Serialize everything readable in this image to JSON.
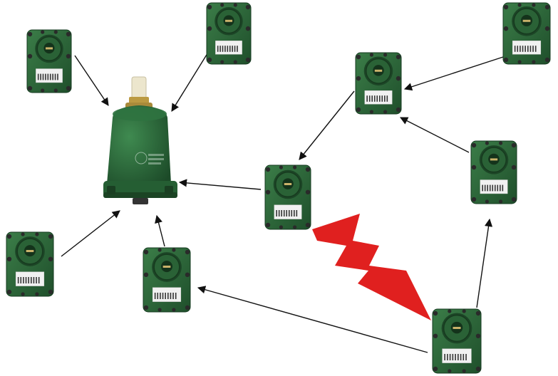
{
  "colors": {
    "background": "#ffffff",
    "node_body": "#2f6b3c",
    "node_body_dark": "#1f4a29",
    "node_bolt": "#2a2a2a",
    "label_sticker": "#f2f2f2",
    "gateway_body": "#2c6a3b",
    "gateway_antenna": "#e9e4cf",
    "gateway_brass": "#b8963e",
    "arrow": "#111111",
    "interference_bolt": "#e0201f"
  },
  "icons": {
    "gateway": "gateway-receiver-icon",
    "node": "wireless-sensor-node-icon",
    "interference": "lightning-bolt-icon"
  },
  "nodes": [
    {
      "id": "n1",
      "role": "sensor"
    },
    {
      "id": "n2",
      "role": "sensor"
    },
    {
      "id": "n3",
      "role": "sensor"
    },
    {
      "id": "n4",
      "role": "sensor"
    },
    {
      "id": "n5",
      "role": "sensor"
    },
    {
      "id": "n6",
      "role": "sensor"
    },
    {
      "id": "n7",
      "role": "sensor"
    },
    {
      "id": "n8",
      "role": "sensor"
    },
    {
      "id": "n9",
      "role": "sensor"
    },
    {
      "id": "n10",
      "role": "sensor"
    }
  ],
  "gateway": {
    "id": "gw",
    "role": "gateway"
  },
  "links": [
    {
      "from": "n1",
      "to": "gw"
    },
    {
      "from": "n2",
      "to": "gw"
    },
    {
      "from": "n3",
      "to": "gw"
    },
    {
      "from": "n4",
      "to": "gw"
    },
    {
      "from": "n5",
      "to": "gw"
    },
    {
      "from": "n6",
      "to": "n5"
    },
    {
      "from": "n7",
      "to": "n6"
    },
    {
      "from": "n8",
      "to": "n6"
    },
    {
      "from": "n10",
      "to": "n4"
    },
    {
      "from": "n10",
      "to": "n8"
    }
  ]
}
